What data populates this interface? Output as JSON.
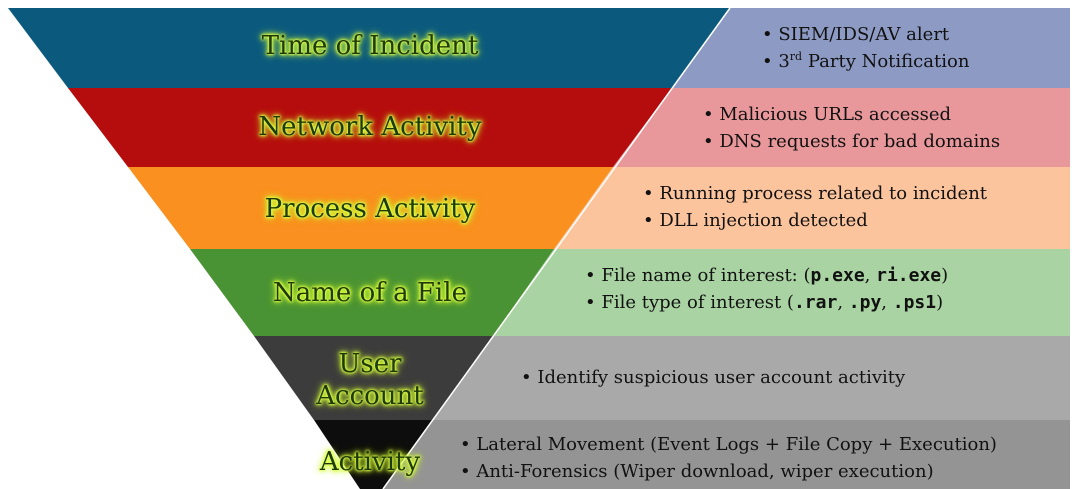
{
  "colors": {
    "tier1": "#0b5a7e",
    "tier2": "#b50d0d",
    "tier3": "#f9901f",
    "tier4": "#4a9334",
    "tier5": "#3c3c3c",
    "tier6": "#0d0d0d",
    "panel1": "#8d9ac4",
    "panel2": "#e8989a",
    "panel3": "#fcc49d",
    "panel4": "#a9d3a2",
    "panel5": "#a9a9a9",
    "panel6": "#949494"
  },
  "tiers": [
    {
      "label": "Time of Incident",
      "bullets": [
        "SIEM/IDS/AV alert",
        "3rd Party Notification"
      ]
    },
    {
      "label": "Network Activity",
      "bullets": [
        "Malicious URLs accessed",
        "DNS requests for bad domains"
      ]
    },
    {
      "label": "Process Activity",
      "bullets": [
        "Running process related to incident",
        "DLL injection detected"
      ]
    },
    {
      "label": "Name of a File",
      "bullets": [
        "File name of interest: (p.exe, ri.exe)",
        "File type of interest (.rar, .py, .ps1)"
      ]
    },
    {
      "label_line1": "User",
      "label_line2": "Account",
      "bullets": [
        "Identify suspicious user account activity"
      ]
    },
    {
      "label": "Activity",
      "bullets": [
        "Lateral Movement (Event Logs + File Copy + Execution)",
        "Anti-Forensics (Wiper download, wiper execution)"
      ]
    }
  ],
  "ordinal_suffix": "rd",
  "b1_rest": " Party Notification",
  "f1_prefix": "File name of interest: (",
  "f1_code_a": "p.exe",
  "f1_sep": ", ",
  "f1_code_b": "ri.exe",
  "f1_suffix": ")",
  "f2_prefix": "File type of interest (",
  "f2_code_a": ".rar",
  "f2_sep1": ", ",
  "f2_code_b": ".py",
  "f2_sep2": ", ",
  "f2_code_c": ".ps1",
  "f2_suffix": ")",
  "b3_num": "3"
}
